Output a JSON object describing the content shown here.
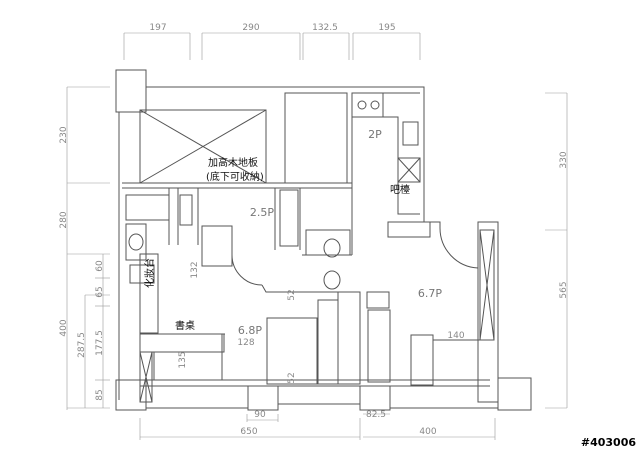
{
  "dimensions": {
    "top": [
      "197",
      "290",
      "132.5",
      "195"
    ],
    "left": [
      "230",
      "280",
      "400",
      "287.5",
      "177.5",
      "65",
      "60",
      "85"
    ],
    "right": [
      "330",
      "565"
    ],
    "bottom": [
      "90",
      "82.5",
      "650",
      "400"
    ],
    "interior": [
      "132",
      "52",
      "128",
      "140",
      "135",
      "52"
    ]
  },
  "rooms": {
    "kitchen": "2P",
    "raised_floor_line1": "加高木地板",
    "raised_floor_line2": "(底下可收納)",
    "bar": "吧檯",
    "small_bedroom": "2.5P",
    "vanity": "化妝台",
    "living": "6.7P",
    "desk": "書桌",
    "master_bedroom": "6.8P"
  },
  "plan_id": "#403006"
}
